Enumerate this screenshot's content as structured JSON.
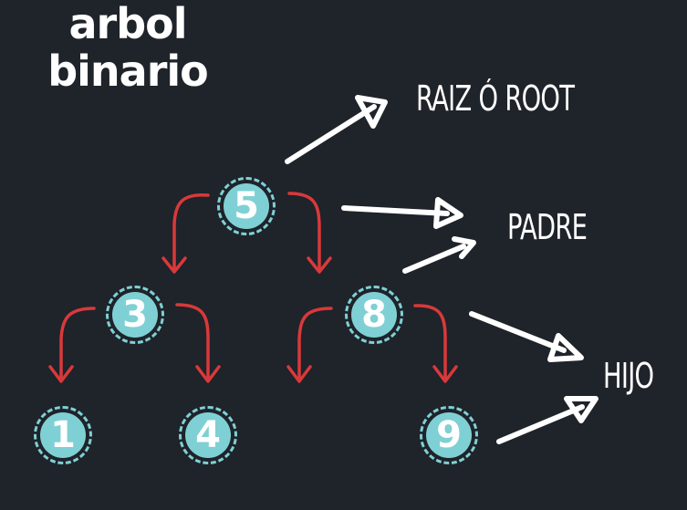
{
  "title": {
    "line1": "arbol",
    "line2": "binario"
  },
  "labels": {
    "root": "RAIZ Ó ROOT",
    "parent": "PADRE",
    "child": "HIJO"
  },
  "tree": {
    "root": "5",
    "left": "3",
    "right": "8",
    "left_left": "1",
    "left_right": "4",
    "right_right": "9"
  },
  "colors": {
    "background": "#1f232a",
    "node": "#7fd0d4",
    "edge_arrow": "#d9393a",
    "pointer_arrow": "#ffffff"
  }
}
